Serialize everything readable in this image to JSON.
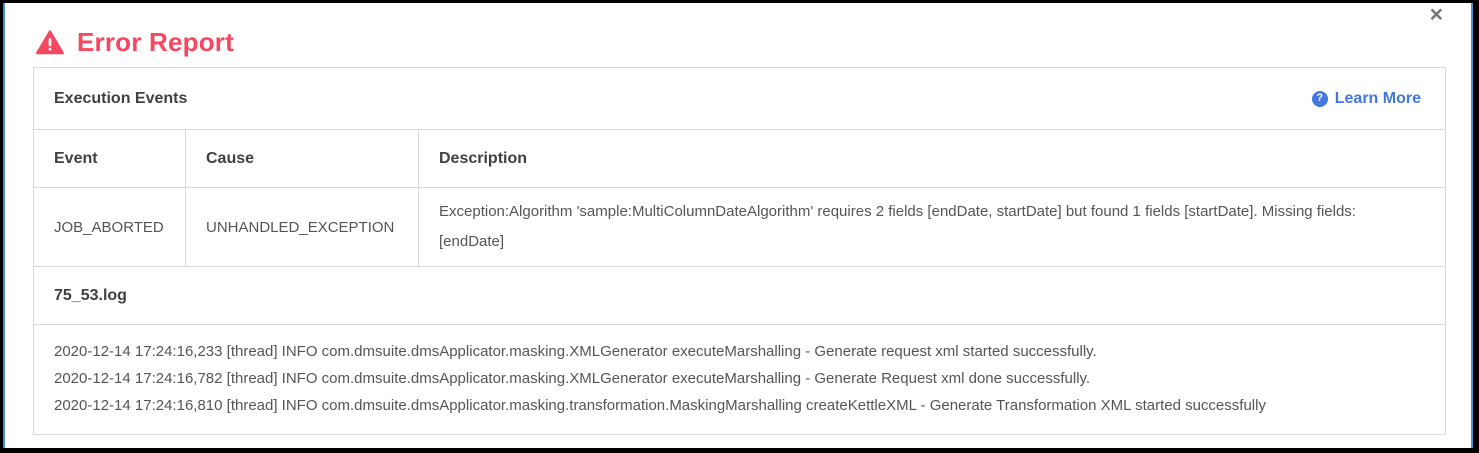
{
  "modal": {
    "title": "Error Report"
  },
  "icons": {
    "close": "×",
    "help": "?"
  },
  "colors": {
    "error": "#f54860",
    "link": "#4277e0",
    "frame_outline": "#4a90d2",
    "border": "#d9d9d9",
    "heading_text": "#404040",
    "body_text": "#555555"
  },
  "panel": {
    "header": "Execution Events",
    "learn_more": "Learn More"
  },
  "table": {
    "columns": [
      "Event",
      "Cause",
      "Description"
    ],
    "rows": [
      [
        "JOB_ABORTED",
        "UNHANDLED_EXCEPTION",
        "Exception:Algorithm 'sample:MultiColumnDateAlgorithm' requires 2 fields [endDate, startDate] but found 1 fields [startDate]. Missing fields: [endDate]"
      ]
    ]
  },
  "log": {
    "filename": "75_53.log",
    "lines": [
      "2020-12-14 17:24:16,233 [thread] INFO com.dmsuite.dmsApplicator.masking.XMLGenerator executeMarshalling - Generate request xml started successfully.",
      "2020-12-14 17:24:16,782 [thread] INFO com.dmsuite.dmsApplicator.masking.XMLGenerator executeMarshalling - Generate Request xml done successfully.",
      "2020-12-14 17:24:16,810 [thread] INFO com.dmsuite.dmsApplicator.masking.transformation.MaskingMarshalling createKettleXML - Generate Transformation XML started successfully"
    ]
  }
}
